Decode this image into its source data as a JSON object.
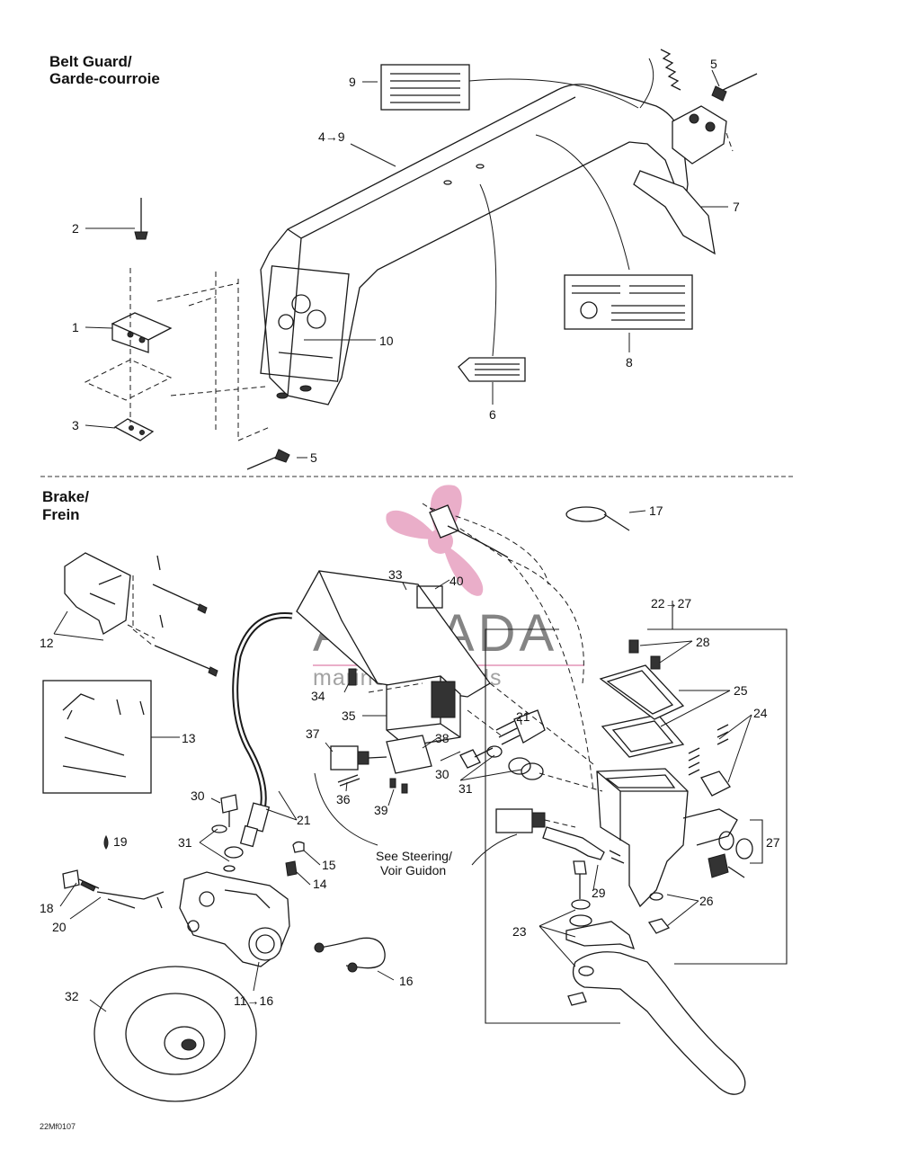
{
  "sections": {
    "belt_guard": {
      "line1": "Belt Guard/",
      "line2": "Garde-courroie"
    },
    "brake": {
      "line1": "Brake/",
      "line2": "Frein"
    }
  },
  "callouts": {
    "c1": "1",
    "c2": "2",
    "c3": "3",
    "c4": "4→9",
    "c5a": "5",
    "c5b": "5",
    "c6": "6",
    "c7": "7",
    "c8": "8",
    "c9": "9",
    "c10": "10",
    "c11": "11→16",
    "c12": "12",
    "c13": "13",
    "c14": "14",
    "c15": "15",
    "c16": "16",
    "c17": "17",
    "c18": "18",
    "c19": "19",
    "c20": "20",
    "c21a": "21",
    "c21b": "21",
    "c22": "22→27",
    "c23": "23",
    "c24": "24",
    "c25": "25",
    "c26": "26",
    "c27": "27",
    "c28": "28",
    "c29": "29",
    "c30a": "30",
    "c30b": "30",
    "c31a": "31",
    "c31b": "31",
    "c32": "32",
    "c33": "33",
    "c34": "34",
    "c35": "35",
    "c36": "36",
    "c37": "37",
    "c38": "38",
    "c39": "39",
    "c40": "40"
  },
  "notes": {
    "steering_line1": "See Steering/",
    "steering_line2": "Voir Guidon"
  },
  "figure_code": "22Mf0107",
  "watermark": {
    "title": "ARMADA",
    "subtitle": "marine outboards",
    "logo_color": "#e8a6c4"
  }
}
